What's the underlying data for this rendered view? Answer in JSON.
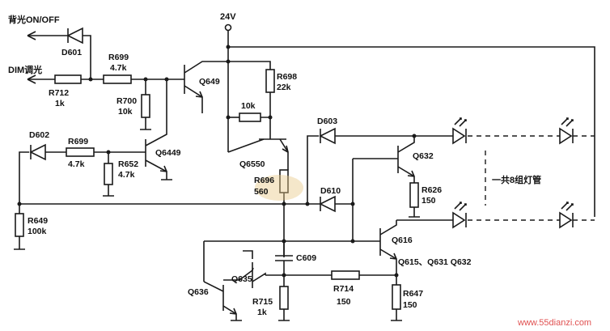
{
  "labels": {
    "backlight": "背光ON/OFF",
    "dim": "DIM调光",
    "vcc": "24V",
    "group_note": "一共8组灯管",
    "watermark": "www.55dianzi.com"
  },
  "components": {
    "D601": "D601",
    "R699a_name": "R699",
    "R699a_val": "4.7k",
    "R712_name": "R712",
    "R712_val": "1k",
    "R700_name": "R700",
    "R700_val": "10k",
    "Q649": "Q649",
    "R698_name": "R698",
    "R698_val": "22k",
    "R10k_val": "10k",
    "D602": "D602",
    "R699b_name": "R699",
    "R699b_val": "4.7k",
    "R652_name": "R652",
    "R652_val": "4.7k",
    "Q6449": "Q6449",
    "Q6550": "Q6550",
    "R696_name": "R696",
    "R696_val": "560",
    "D603": "D603",
    "D610": "D610",
    "Q632": "Q632",
    "R626_name": "R626",
    "R626_val": "150",
    "R649_name": "R649",
    "R649_val": "100k",
    "Q616": "Q616",
    "Q615_group": "Q615、Q631  Q632",
    "C609": "C609",
    "Q636": "Q636",
    "Q635": "Q635",
    "R715_name": "R715",
    "R715_val": "1k",
    "R714_name": "R714",
    "R714_val": "150",
    "R647_name": "R647",
    "R647_val": "150"
  },
  "colors": {
    "ink": "#1a1a1a",
    "watermark": "#e05050"
  }
}
